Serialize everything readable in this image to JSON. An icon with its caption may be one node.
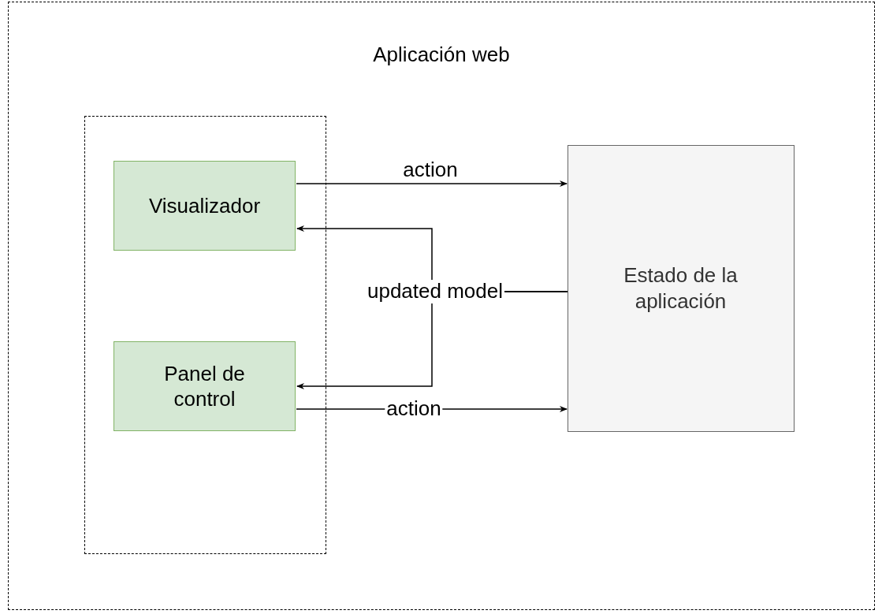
{
  "diagram": {
    "nodes": [
      {
        "text": [
          "Aplicación web"
        ]
      },
      {
        "text": [],
        "shape": "box",
        "in": 0
      },
      {
        "text": [
          "Visualizador"
        ],
        "in": 1
      },
      {
        "text": [
          "Panel de control"
        ],
        "in": 1
      },
      {
        "text": [
          "Estado de la aplicación"
        ],
        "in": 0
      }
    ],
    "edges": [
      {
        "from": 2,
        "to": 4,
        "arrow": "to",
        "label": "action"
      },
      {
        "from": 4,
        "to": 2,
        "arrow": "to",
        "label": "updated model"
      },
      {
        "from": 4,
        "to": 3,
        "arrow": "to"
      },
      {
        "from": 3,
        "to": 4,
        "arrow": "to",
        "label": "action"
      }
    ]
  }
}
